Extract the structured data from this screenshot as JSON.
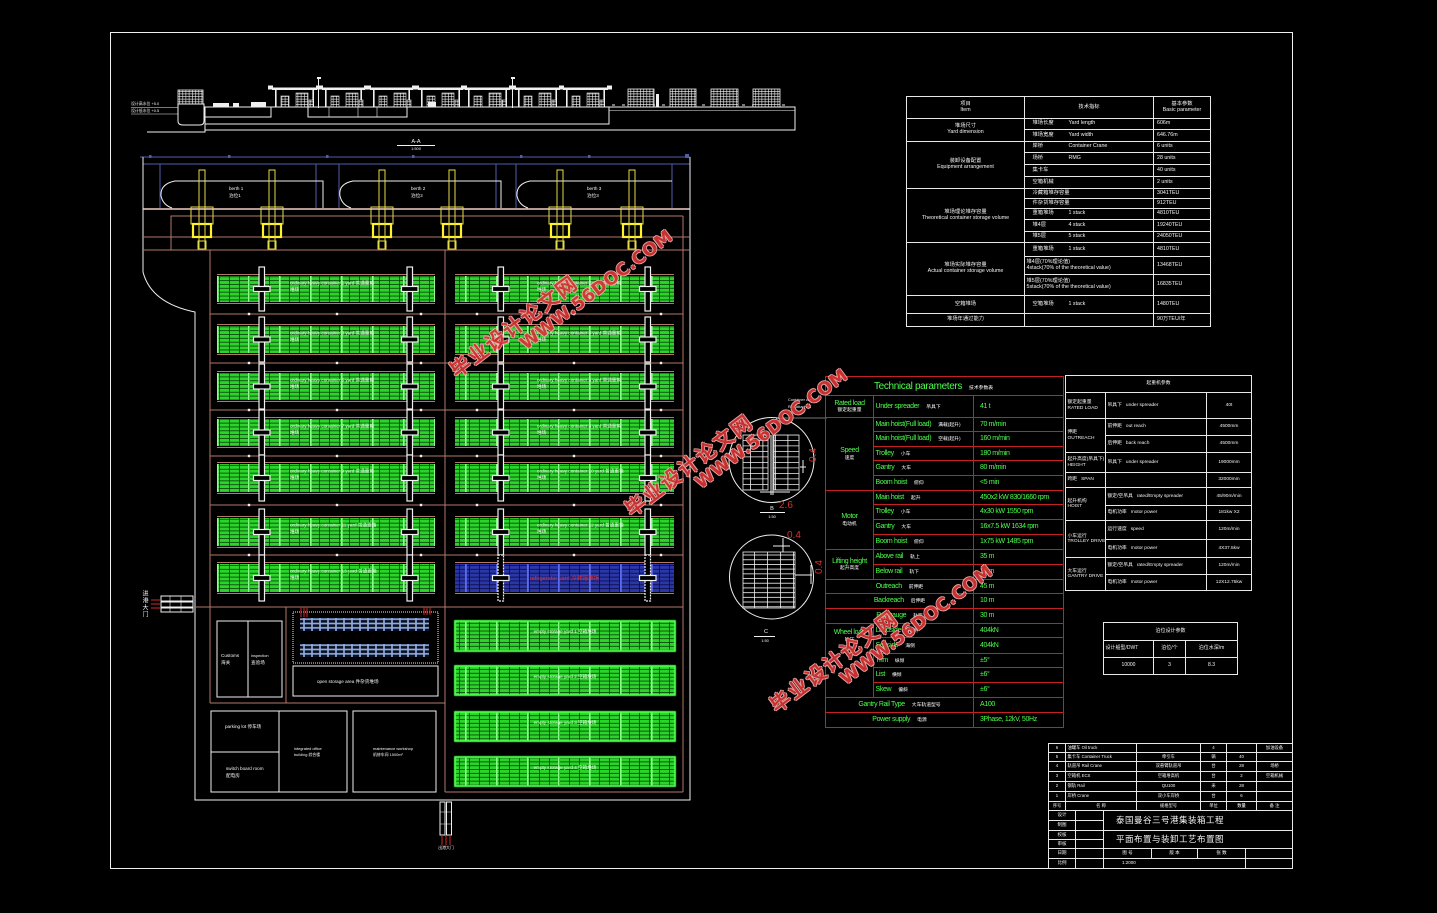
{
  "plan": {
    "elevation": {
      "water_high": "设计高水位 +5.0",
      "water_low": "设计低水位 +0.5",
      "section_label": "A-A",
      "section_scale": "1:500"
    },
    "berths": [
      {
        "label": "berth 1",
        "label_cn": "泊位1"
      },
      {
        "label": "berth 2",
        "label_cn": "泊位2"
      },
      {
        "label": "berth 3",
        "label_cn": "泊位3"
      }
    ],
    "yard_blocks": [
      {
        "type": "heavy",
        "label": "ordinary heavy container 1 yard 普通重箱",
        "sub": "堆场"
      },
      {
        "type": "heavy",
        "label": "ordinary heavy container 2 yard 普通重箱",
        "sub": "堆场"
      },
      {
        "type": "heavy",
        "label": "ordinary heavy container 3 yard 普通重箱",
        "sub": "堆场"
      },
      {
        "type": "heavy",
        "label": "ordinary heavy container 4 yard 普通重箱",
        "sub": "堆场"
      },
      {
        "type": "heavy",
        "label": "ordinary heavy container 5 yard 普通重箱",
        "sub": "堆场"
      },
      {
        "type": "heavy",
        "label": "ordinary heavy container 6 yard 普通重箱",
        "sub": "堆场"
      },
      {
        "type": "heavy",
        "label": "ordinary heavy container 7 yard 普通重箱",
        "sub": "堆场"
      },
      {
        "type": "heavy",
        "label": "ordinary heavy container 8 yard 普通重箱",
        "sub": "堆场"
      },
      {
        "type": "heavy",
        "label": "ordinary heavy container 9 yard 普通重箱",
        "sub": "堆场"
      },
      {
        "type": "heavy",
        "label": "ordinary heavy container 10 yard 普通重箱",
        "sub": "堆场"
      },
      {
        "type": "heavy",
        "label": "ordinary heavy container 11 yard 普通重箱",
        "sub": "堆场"
      },
      {
        "type": "heavy",
        "label": "ordinary heavy container 12 yard 普通重箱",
        "sub": "堆场"
      },
      {
        "type": "heavy",
        "label": "ordinary heavy container 13 yard 普通重箱",
        "sub": "堆场"
      },
      {
        "type": "reefer",
        "label": "refrigerator yard 冷藏箱堆场",
        "sub": ""
      }
    ],
    "empty_blocks": [
      {
        "label": "empty storage yard 1 空箱堆场"
      },
      {
        "label": "empty storage yard 2 空箱堆场"
      },
      {
        "label": "empty storage yard 3 空箱堆场"
      },
      {
        "label": "empty storage yard 4 空箱堆场"
      }
    ],
    "facilities": {
      "customs": {
        "en": "Customs",
        "cn": "海关"
      },
      "inspection": {
        "en": "inspection",
        "cn": "查验场"
      },
      "open_storage": "open storage area 件杂货堆场",
      "parking": "parking lot 停车场",
      "switch_room": {
        "en": "switch board room",
        "cn": "配电房"
      },
      "office": {
        "en": "integrated office",
        "cn": "building 综合楼"
      },
      "workshop": {
        "en": "maintenance workshop",
        "cn": "机修车间 1500m²"
      }
    },
    "gates": {
      "entrance": "进港大门",
      "exit": "出港大门"
    },
    "details": {
      "callout": [
        "Container crane",
        "Rail Attached"
      ],
      "B": {
        "label": "B",
        "scale": "1:50",
        "dim_side": "0.4",
        "dim_bottom": "2.6"
      },
      "C": {
        "label": "C",
        "scale": "1:50",
        "dim_side": "0.4",
        "dim_top": "0.4"
      }
    }
  },
  "equipment_table": {
    "header": {
      "item_cn": "项目",
      "item_en": "Item",
      "index_cn": "技术指标",
      "basic_cn": "基本参数",
      "basic_en": "Basic parameter"
    },
    "groups": [
      {
        "cn": "堆场尺寸",
        "en": "Yard dimension",
        "rows": [
          {
            "cn": "堆场长度",
            "en": "Yard length",
            "value": "606m"
          },
          {
            "cn": "堆场宽度",
            "en": "Yard width",
            "value": "646.76m"
          }
        ]
      },
      {
        "cn": "装卸设备配置",
        "en": "Equipment arrangement",
        "rows": [
          {
            "cn": "岸桥",
            "en": "Container Crane",
            "value": "6 units"
          },
          {
            "cn": "场桥",
            "en": "RMG",
            "value": "28 units"
          },
          {
            "cn": "集卡车",
            "en": "",
            "value": "40 units"
          },
          {
            "cn": "空箱机械",
            "en": "",
            "value": "2 units"
          }
        ]
      },
      {
        "cn": "堆场理论堆存容量",
        "en": "Theoretical container storage volume",
        "rows": [
          {
            "cn": "冷藏箱堆存容量",
            "en": "",
            "value": "3041TEU"
          },
          {
            "cn": "件杂货堆存容量",
            "en": "",
            "value": "912TEU"
          },
          {
            "cn": "重箱堆场",
            "en": "1 stack",
            "value": "4810TEU"
          },
          {
            "cn": "堆4层",
            "en": "4 stack",
            "value": "19240TEU"
          },
          {
            "cn": "堆5层",
            "en": "5 stack",
            "value": "24050TEU"
          }
        ]
      },
      {
        "cn": "堆场实际堆存容量",
        "en": "Actual container storage volume",
        "rows": [
          {
            "cn": "重箱堆场",
            "en": "1 stack",
            "value": "4810TEU"
          },
          {
            "cn": "堆4层(70%理论值)",
            "en": "4stack(70% of the theoretical value)",
            "value": "13468TEU"
          },
          {
            "cn": "堆5层(70%理论值)",
            "en": "5stack(70% of the theoretical value)",
            "value": "16835TEU"
          }
        ]
      },
      {
        "cn": "空箱堆场",
        "en": "",
        "rows": [
          {
            "cn": "空箱堆场",
            "en": "1 stack",
            "value": "1480TEU"
          }
        ]
      },
      {
        "cn": "堆场年通过能力",
        "en": "",
        "rows": [
          {
            "cn": "",
            "en": "",
            "value": "90万TEU/年"
          }
        ]
      }
    ]
  },
  "tech_params": {
    "title": "Technical parameters",
    "title_cn": "技术参数表",
    "groups": [
      {
        "en": "Rated load",
        "cn": "额定起重量",
        "rows": [
          {
            "en": "Under spreader",
            "cn": "吊具下",
            "value": "41 t"
          }
        ]
      },
      {
        "en": "Speed",
        "cn": "速度",
        "rows": [
          {
            "en": "Main hoist(Full load)",
            "cn": "满载(起升)",
            "value": "70 m/min"
          },
          {
            "en": "Main hoist(Full load)",
            "cn": "空载(起升)",
            "value": "160 m/min"
          },
          {
            "en": "Trolley",
            "cn": "小车",
            "value": "180 m/min"
          },
          {
            "en": "Gantry",
            "cn": "大车",
            "value": "80 m/min"
          },
          {
            "en": "Boom hoist",
            "cn": "俯仰",
            "value": "<5 min"
          }
        ]
      },
      {
        "en": "Motor",
        "cn": "电动机",
        "rows": [
          {
            "en": "Main hoist",
            "cn": "起升",
            "value": "450x2 kW  830/1660 rpm"
          },
          {
            "en": "Trolley",
            "cn": "小车",
            "value": "4x30 kW  1550 rpm"
          },
          {
            "en": "Gantry",
            "cn": "大车",
            "value": "16x7.5 kW  1634 rpm"
          },
          {
            "en": "Boom hoist",
            "cn": "俯仰",
            "value": "1x75 kW  1485 rpm"
          }
        ]
      },
      {
        "en": "Lifting height",
        "cn": "起升高度",
        "rows": [
          {
            "en": "Above rail",
            "cn": "轨上",
            "value": "35 m"
          },
          {
            "en": "Below rail",
            "cn": "轨下",
            "value": "17 m"
          }
        ]
      },
      {
        "en": "Wheel load",
        "cn": "轮压",
        "rows": [
          {
            "en": "Landside",
            "cn": "陆侧",
            "value": "404kN"
          },
          {
            "en": "Seaside",
            "cn": "海侧",
            "value": "404kN"
          },
          {
            "en": "Trim",
            "cn": "纵倾",
            "value": "±5°"
          },
          {
            "en": "List",
            "cn": "横倾",
            "value": "±6°"
          },
          {
            "en": "Skew",
            "cn": "偏斜",
            "value": "±6°"
          }
        ]
      }
    ],
    "single_rows": [
      {
        "en": "Outreach",
        "cn": "前伸距",
        "value": "45 m"
      },
      {
        "en": "Backreach",
        "cn": "后伸距",
        "value": "10 m"
      },
      {
        "en": "Rail gauge",
        "cn": "轨距",
        "value": "30 m"
      },
      {
        "en": "Gantry Rail Type",
        "cn": "大车轨道型号",
        "value": "A100"
      },
      {
        "en": "Power supply",
        "cn": "电源",
        "value": "3Phase, 12kV, 50Hz"
      }
    ]
  },
  "crane_table": {
    "title": "起重机参数",
    "rows": [
      {
        "cn": "额定起重量",
        "en": "RATED LOAD",
        "items": [
          {
            "cn": "吊具下",
            "en": "under spreader",
            "value": "40t"
          }
        ]
      },
      {
        "cn": "伸距",
        "en": "OUTREACH",
        "items": [
          {
            "cn": "前伸距",
            "en": "out reach",
            "value": "4500mm"
          },
          {
            "cn": "后伸距",
            "en": "back reach",
            "value": "4500mm"
          }
        ]
      },
      {
        "cn": "起升高度(吊具下)",
        "en": "HEIGHT",
        "items": [
          {
            "cn": "吊具下",
            "en": "under spreader",
            "value": "19000mm"
          }
        ]
      },
      {
        "cn": "跨距",
        "en": "SPAN",
        "items": [
          {
            "cn": "",
            "en": "",
            "value": "32000mm"
          }
        ]
      },
      {
        "cn": "起升机构",
        "en": "HOIST",
        "items": [
          {
            "cn": "额定/空吊具",
            "en": "rated/Empty spreader",
            "value": "45/90m/min"
          },
          {
            "cn": "电机功率",
            "en": "motor power",
            "value": "181kw X2"
          }
        ]
      },
      {
        "cn": "小车运行",
        "en": "TROLLEY DRIVE",
        "items": [
          {
            "cn": "运行速度",
            "en": "speed",
            "value": "120m/min"
          },
          {
            "cn": "电机功率",
            "en": "motor power",
            "value": "4X37.5kw"
          }
        ]
      },
      {
        "cn": "大车运行",
        "en": "GANTRY DRIVE",
        "items": [
          {
            "cn": "额定/空吊具",
            "en": "rated/Empty spreader",
            "value": "120m/min"
          },
          {
            "cn": "电机功率",
            "en": "motor power",
            "value": "12X12.75kw"
          }
        ]
      }
    ]
  },
  "berth_table": {
    "title": "泊位设计参数",
    "headers": [
      "设计船型/DWT",
      "泊位/个",
      "泊位水深/m"
    ],
    "values": [
      "10000",
      "3",
      "8.3"
    ]
  },
  "title_block": {
    "parts_header": [
      "序号",
      "名  称",
      "规格型号",
      "单位",
      "数量",
      "备  注"
    ],
    "parts": [
      {
        "no": "6",
        "name": "油罐车  Oil truck",
        "spec": "",
        "unit": "4",
        "qty": "",
        "remark": "加油设备"
      },
      {
        "no": "5",
        "name": "集卡车  Container Truck",
        "spec": "牵引车",
        "unit": "辆",
        "qty": "40",
        "remark": ""
      },
      {
        "no": "4",
        "name": "轨道吊  Rail Crane",
        "spec": "双悬臂轨道吊",
        "unit": "台",
        "qty": "28",
        "remark": "场桥"
      },
      {
        "no": "3",
        "name": "空箱机  ECS",
        "spec": "空箱堆高机",
        "unit": "台",
        "qty": "2",
        "remark": "空箱机械"
      },
      {
        "no": "2",
        "name": "钢轨  Rail",
        "spec": "QU100",
        "unit": "米",
        "qty": "28",
        "remark": ""
      },
      {
        "no": "1",
        "name": "岸桥  Crane",
        "spec": "双小车岸桥",
        "unit": "台",
        "qty": "6",
        "remark": ""
      }
    ],
    "roles": [
      "设计",
      "制图",
      "校核",
      "审核"
    ],
    "project": "泰国曼谷三号港集装箱工程",
    "drawing_title": "平面布置与装卸工艺布置图",
    "meta_labels": [
      "日期",
      "图 号",
      "版 本",
      "张 数"
    ],
    "scale_label": "比例",
    "scale": "1:2000"
  },
  "watermarks": [
    {
      "cn": "毕业设计论文网",
      "url": "WWW.56DOC.COM"
    },
    {
      "cn": "毕业设计论文网",
      "url": "WWW.56DOC.COM"
    },
    {
      "cn": "毕业设计论文网",
      "url": "WWW.56DOC.COM"
    }
  ]
}
